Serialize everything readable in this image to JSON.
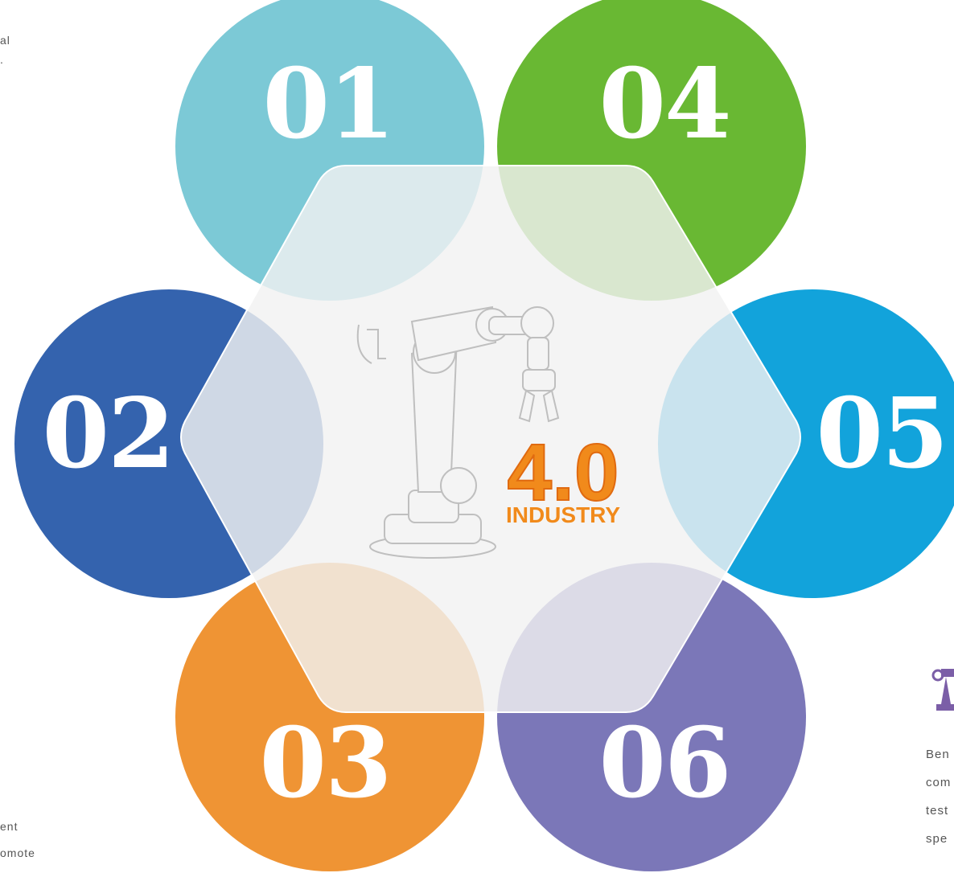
{
  "steps": [
    {
      "label": "01",
      "color": "#7cc9d6"
    },
    {
      "label": "02",
      "color": "#3463ae"
    },
    {
      "label": "03",
      "color": "#ef9434"
    },
    {
      "label": "04",
      "color": "#69b833"
    },
    {
      "label": "05",
      "color": "#12a3db"
    },
    {
      "label": "06",
      "color": "#7b77b8"
    }
  ],
  "center": {
    "title_big": "4.0",
    "title_small": "INDUSTRY",
    "accent": "#f18a1b",
    "icon": "robot-arm-icon"
  },
  "side_text": {
    "left_top": [
      "al",
      "."
    ],
    "left_bottom": [
      "ent",
      "omote"
    ],
    "right_icon": "robot-arm-icon",
    "right_icon_color": "#7b5ea7",
    "right_lines": [
      "Ben",
      "com",
      "test",
      "spe"
    ]
  }
}
